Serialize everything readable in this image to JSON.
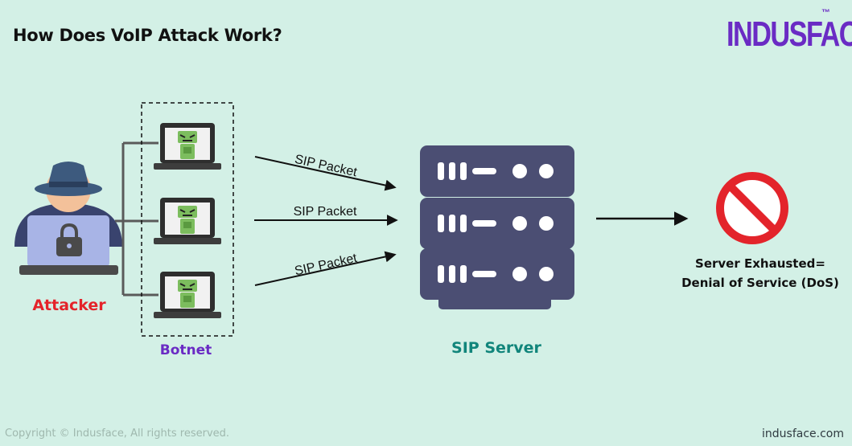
{
  "title": "How Does VoIP Attack Work?",
  "brand": {
    "logo_text": "INDUSFACE",
    "trademark": "™",
    "color": "#6a2bc4"
  },
  "labels": {
    "attacker": "Attacker",
    "botnet": "Botnet",
    "server": "SIP Server",
    "packet": "SIP Packet",
    "result_line1": "Server Exhausted=",
    "result_line2": "Denial of Service (DoS)"
  },
  "colors": {
    "background": "#d3f0e6",
    "attacker_label": "#e4232a",
    "botnet_label": "#6a2bc4",
    "server_label": "#11857b",
    "server_body": "#4b4e73",
    "deny_icon": "#e3242b",
    "bot_face": "#7cbd5e"
  },
  "icons": [
    "hacker-icon",
    "laptop-icon",
    "padlock-icon",
    "bot-laptop-icon",
    "server-icon",
    "prohibited-icon"
  ],
  "footer": {
    "copyright": "Copyright © Indusface, All rights reserved.",
    "site": "indusface.com"
  }
}
